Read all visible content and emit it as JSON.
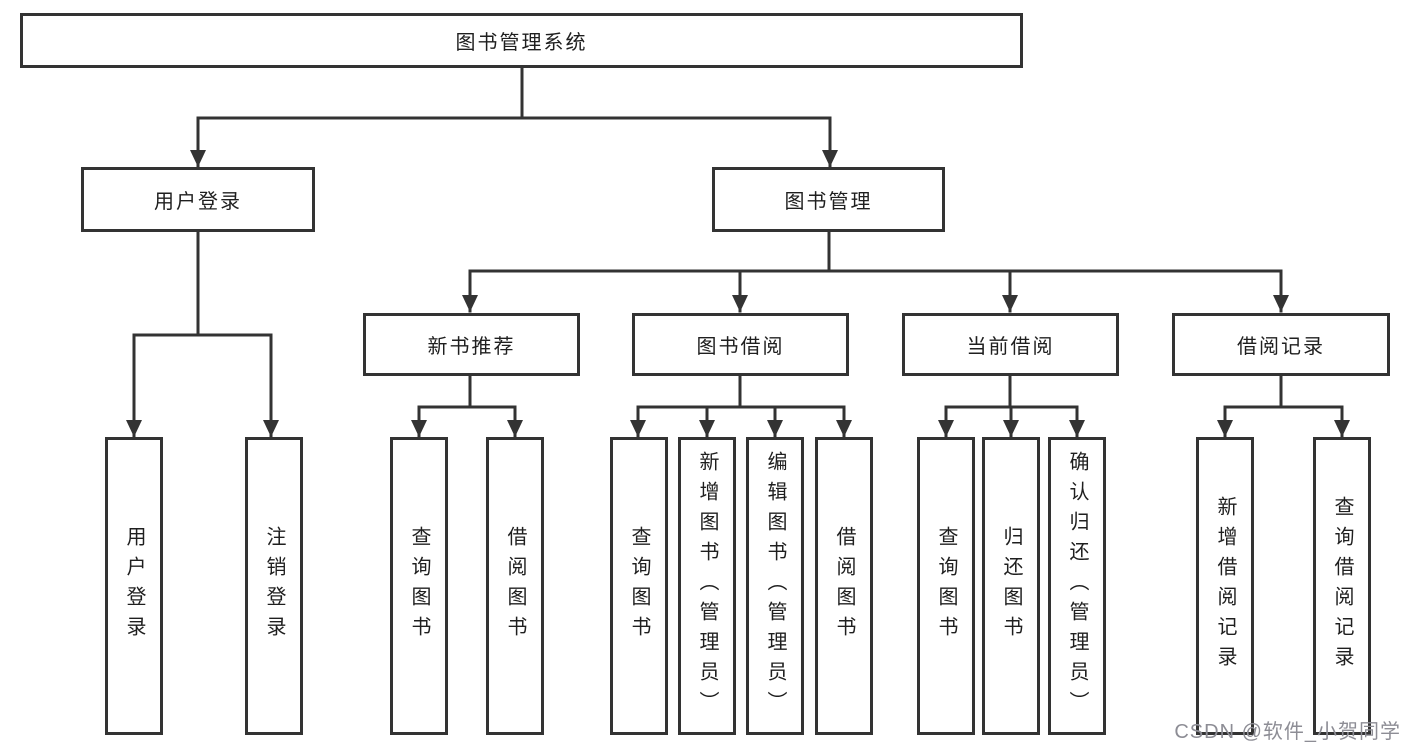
{
  "diagram": {
    "title_note": "functional structure tree",
    "nodes": {
      "root": "图书管理系统",
      "user_login": "用户登录",
      "book_mgmt": "图书管理",
      "new_book_rec": "新书推荐",
      "book_borrow": "图书借阅",
      "current_borrow": "当前借阅",
      "borrow_record": "借阅记录",
      "leaf_user_login": "用户登录",
      "leaf_logout": "注销登录",
      "leaf_nbr_query": "查询图书",
      "leaf_nbr_borrow": "借阅图书",
      "leaf_bb_query": "查询图书",
      "leaf_bb_add": "新增图书（管理员）",
      "leaf_bb_edit": "编辑图书（管理员）",
      "leaf_bb_borrow": "借阅图书",
      "leaf_cb_query": "查询图书",
      "leaf_cb_return": "归还图书",
      "leaf_cb_confirm": "确认归还（管理员）",
      "leaf_br_add": "新增借阅记录",
      "leaf_br_query": "查询借阅记录"
    },
    "colors": {
      "line": "#333333",
      "text": "#1f1f1f",
      "background": "#ffffff",
      "watermark": "#8d8d95"
    }
  },
  "watermark": {
    "text": "CSDN @软件_小贺同学"
  }
}
